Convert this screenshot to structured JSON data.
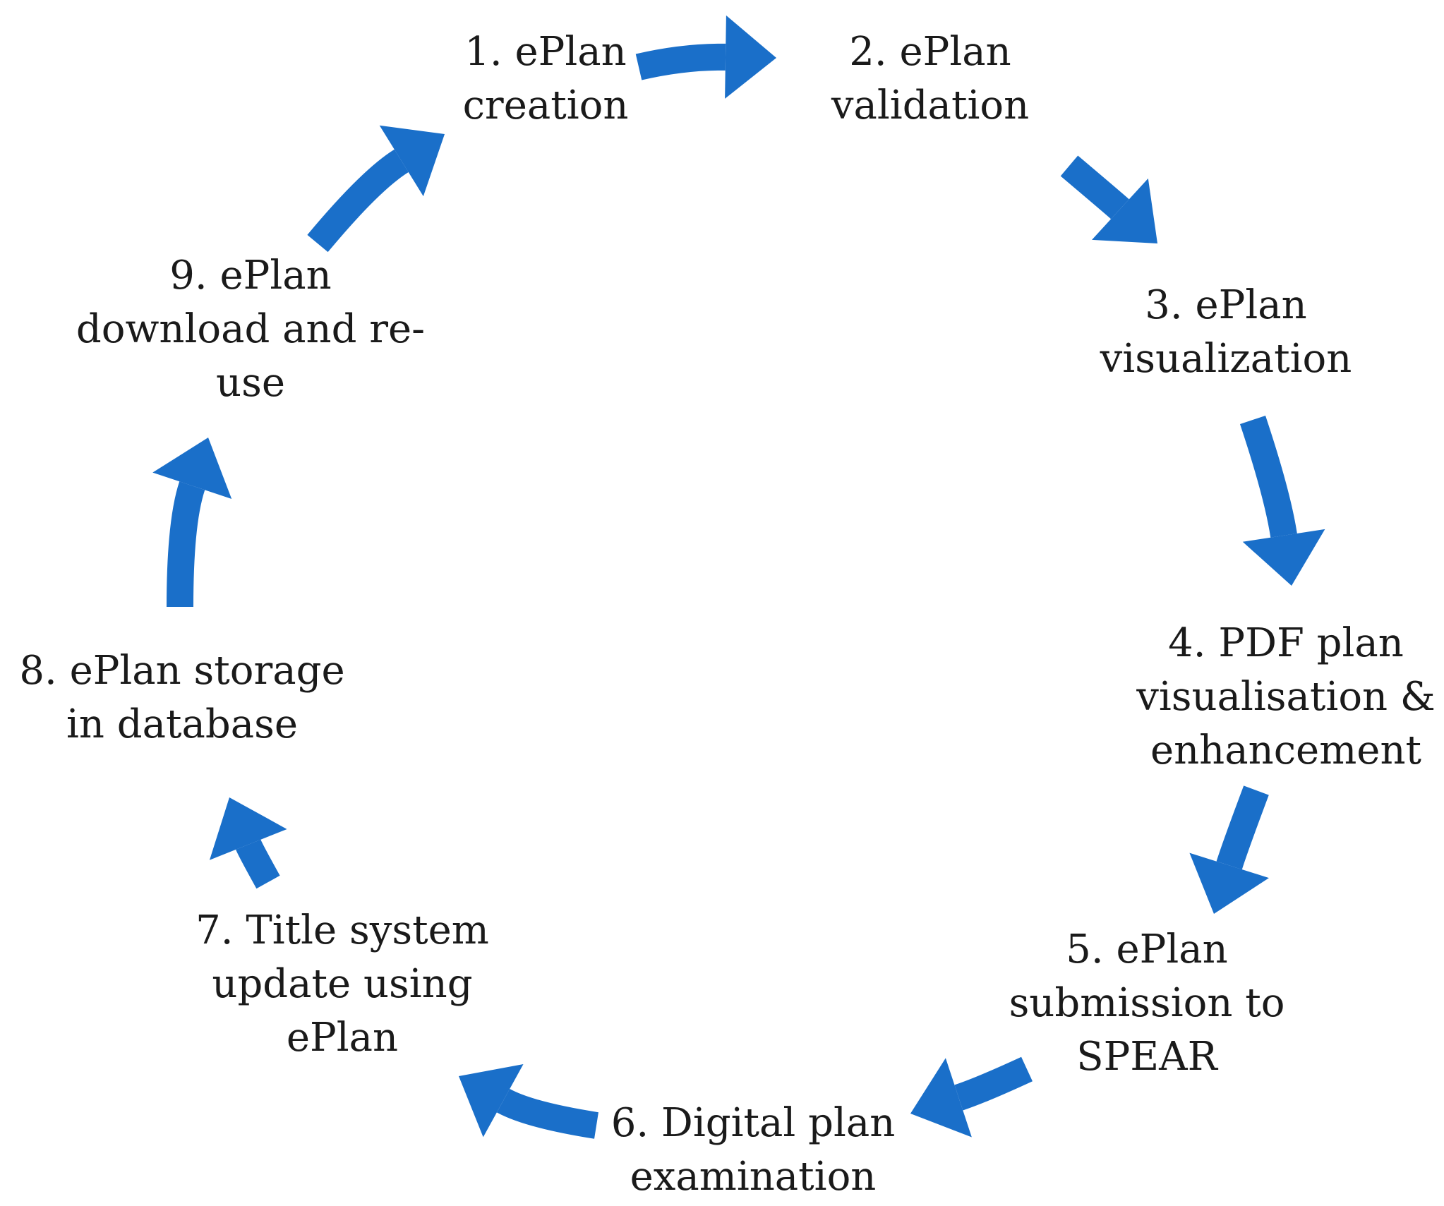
{
  "diagram": {
    "accent_color": "#1a6fc9",
    "steps": [
      {
        "id": "step-1",
        "lines": [
          "1. ePlan",
          "creation"
        ]
      },
      {
        "id": "step-2",
        "lines": [
          "2. ePlan",
          "validation"
        ]
      },
      {
        "id": "step-3",
        "lines": [
          "3. ePlan",
          "visualization"
        ]
      },
      {
        "id": "step-4",
        "lines": [
          "4. PDF plan",
          "visualisation &",
          "enhancement"
        ]
      },
      {
        "id": "step-5",
        "lines": [
          "5. ePlan",
          "submission to",
          "SPEAR"
        ]
      },
      {
        "id": "step-6",
        "lines": [
          "6. Digital plan",
          "examination"
        ]
      },
      {
        "id": "step-7",
        "lines": [
          "7. Title system",
          "update using",
          "ePlan"
        ]
      },
      {
        "id": "step-8",
        "lines": [
          "8. ePlan storage",
          "in database"
        ]
      },
      {
        "id": "step-9",
        "lines": [
          "9. ePlan",
          "download and re-",
          "use"
        ]
      }
    ]
  }
}
